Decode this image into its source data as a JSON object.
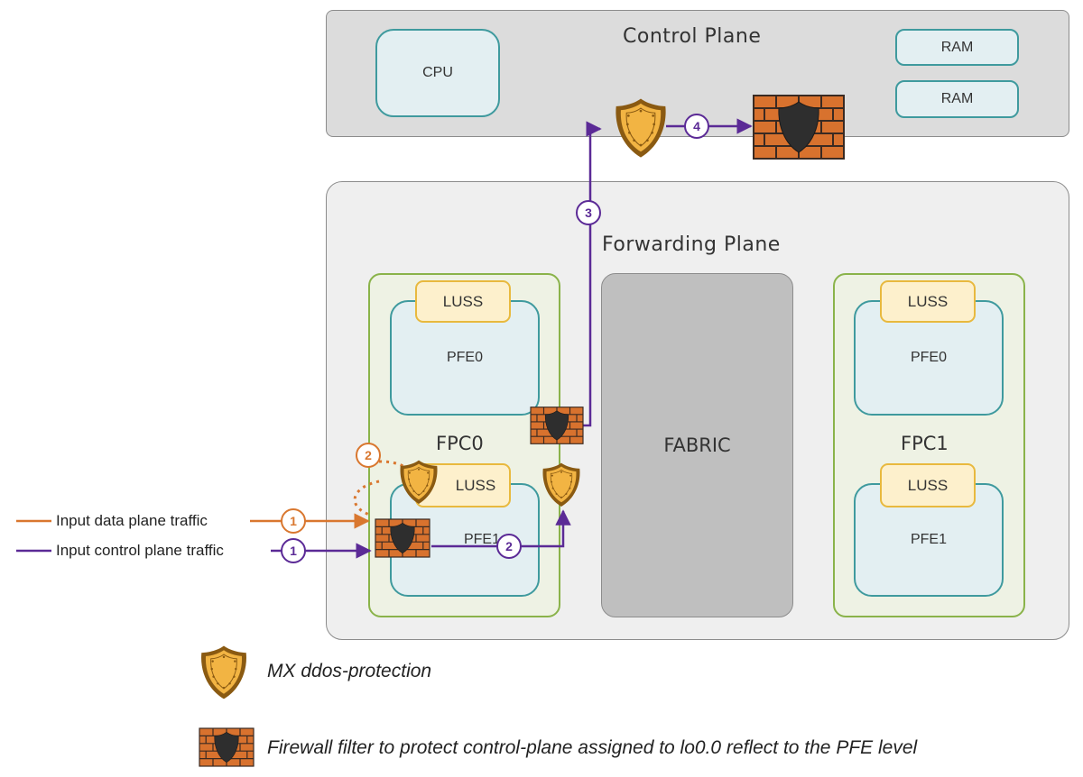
{
  "control_plane": {
    "title": "Control Plane",
    "cpu_label": "CPU",
    "ram_labels": [
      "RAM",
      "RAM"
    ]
  },
  "forwarding_plane": {
    "title": "Forwarding Plane",
    "fabric_label": "FABRIC",
    "fpc0": {
      "label": "FPC0",
      "luss_top": "LUSS",
      "pfe_top": "PFE0",
      "luss_bottom": "LUSS",
      "pfe_bottom": "PFE1"
    },
    "fpc1": {
      "label": "FPC1",
      "luss_top": "LUSS",
      "pfe_top": "PFE0",
      "luss_bottom": "LUSS",
      "pfe_bottom": "PFE1"
    }
  },
  "inputs": {
    "data_plane": "Input data plane traffic",
    "control_plane": "Input control plane traffic"
  },
  "steps": {
    "data": [
      "1",
      "2"
    ],
    "control": [
      "1",
      "2",
      "3",
      "4"
    ]
  },
  "legend": {
    "shield": "MX ddos-protection",
    "firewall": "Firewall filter to protect control-plane assigned to lo0.0 reflect to the PFE level"
  },
  "colors": {
    "data_path": "#d9772f",
    "control_path": "#5b2a96",
    "shield_fill": "#f2b443",
    "brick": "#d8722e"
  },
  "icons": {
    "shield": "shield-icon",
    "firewall": "firewall-icon"
  }
}
